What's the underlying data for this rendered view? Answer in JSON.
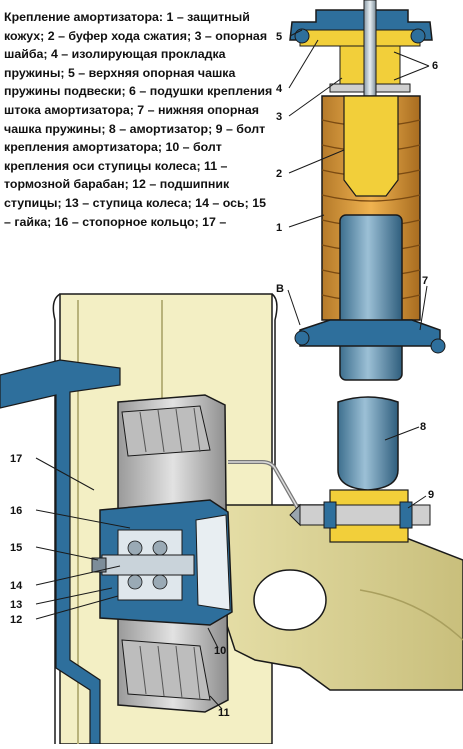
{
  "caption": "Крепление амортизатора: 1 – защитный кожух; 2 – буфер хода сжатия; 3 – опорная шайба; 4 – изолирующая прокладка пружины; 5 – верхняя опорная чашка пружины подвески; 6 – подушки крепления штока амортизатора; 7 – нижняя опорная чашка пружины; 8 – амортизатор; 9 – болт крепления амортизатора; 10 – болт крепления оси ступицы колеса; 11 – тормозной барабан; 12 – подшипник ступицы; 13 – ступица колеса; 14 – ось; 15 – гайка; 16 – стопорное кольцо; 17 –",
  "callouts": {
    "c1": "1",
    "c2": "2",
    "c3": "3",
    "c4": "4",
    "c5": "5",
    "c6": "6",
    "c7": "7",
    "c8": "8",
    "c9": "9",
    "c10": "10",
    "c11": "11",
    "c12": "12",
    "c13": "13",
    "c14": "14",
    "c15": "15",
    "c16": "16",
    "c17": "17",
    "cB": "B"
  },
  "colors": {
    "part_blue": "#2e6f9c",
    "part_yellow": "#f2cf3a",
    "wheel_cream": "#f3efc4",
    "cast_grey": "#cfcfcf",
    "arm_olive": "#d9d095",
    "outline": "#1a1a1a"
  }
}
